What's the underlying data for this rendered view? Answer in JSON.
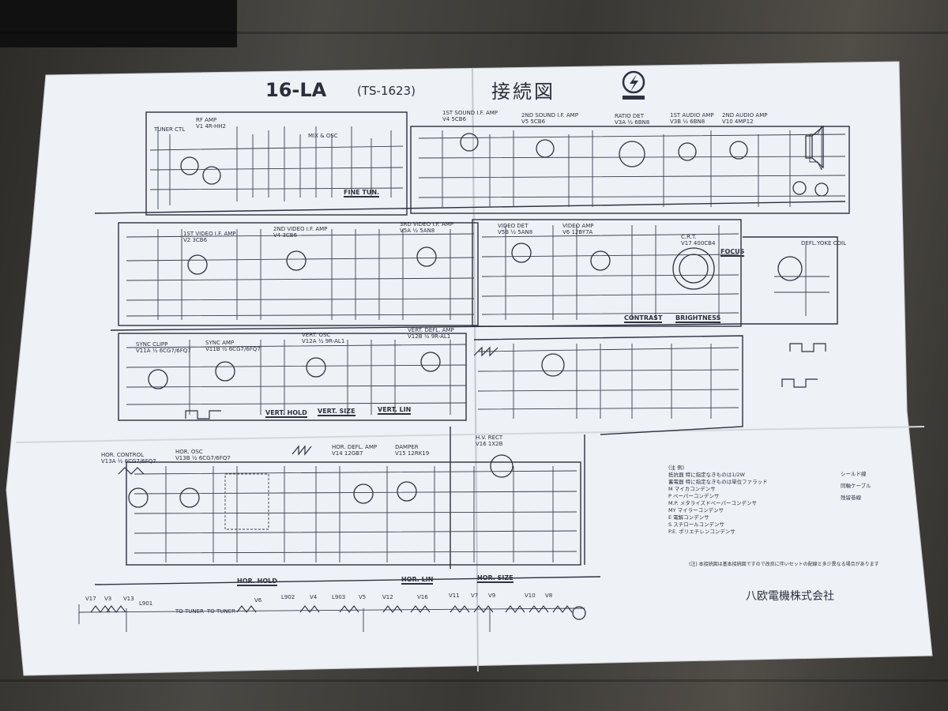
{
  "document": {
    "model": "16-LA",
    "model_code": "(TS-1623)",
    "diagram_type": "接続図",
    "company": "八欧電機株式会社"
  },
  "stages": [
    {
      "id": "tuner",
      "name": "TUNER CTL",
      "tube": "V1 4R-HH2"
    },
    {
      "id": "rf_amp",
      "name": "RF AMP",
      "tube": ""
    },
    {
      "id": "mix_osc",
      "name": "MIX & OSC",
      "tube": ""
    },
    {
      "id": "sound_if1",
      "name": "1ST SOUND I.F. AMP",
      "tube": "V4 5CB6"
    },
    {
      "id": "sound_if2",
      "name": "2ND SOUND I.F. AMP",
      "tube": "V5 5CB6"
    },
    {
      "id": "ratio_det",
      "name": "RATIO DET",
      "tube": "V3A ½ 6BN8"
    },
    {
      "id": "audio1",
      "name": "1ST AUDIO AMP",
      "tube": "V3B ½ 6BN8"
    },
    {
      "id": "audio2",
      "name": "2ND AUDIO AMP",
      "tube": "V10 4MP12"
    },
    {
      "id": "video_if1",
      "name": "1ST VIDEO I.F. AMP",
      "tube": "V2 3CB6"
    },
    {
      "id": "video_if2",
      "name": "2ND VIDEO I.F. AMP",
      "tube": "V4 3CB6"
    },
    {
      "id": "video_if3",
      "name": "3RD VIDEO I.F. AMP",
      "tube": "V5A ½ 5AN8"
    },
    {
      "id": "video_det",
      "name": "VIDEO DET",
      "tube": "V5B ½ 5AN8"
    },
    {
      "id": "video_amp",
      "name": "VIDEO AMP",
      "tube": "V6 12BY7A"
    },
    {
      "id": "crt",
      "name": "C.R.T.",
      "tube": "V17 400CB4"
    },
    {
      "id": "defl_yoke",
      "name": "DEFL.YOKE COIL",
      "tube": ""
    },
    {
      "id": "sync_clip",
      "name": "SYNC CLIPP",
      "tube": "V11A ½ 6CG7/6FQ7"
    },
    {
      "id": "sync_amp",
      "name": "SYNC AMP",
      "tube": "V11B ½ 6CG7/6FQ7"
    },
    {
      "id": "vert_osc",
      "name": "VERT. OSC",
      "tube": "V12A ½ 9R-AL1"
    },
    {
      "id": "vert_amp",
      "name": "VERT. DEFL. AMP",
      "tube": "V12B ½ 9R-AL1"
    },
    {
      "id": "hv_rect",
      "name": "H.V. RECT",
      "tube": "V16 1X2B"
    },
    {
      "id": "hor_ctl",
      "name": "HOR. CONTROL",
      "tube": "V13A ½ 6CG7/6FQ7"
    },
    {
      "id": "hor_osc",
      "name": "HOR. OSC",
      "tube": "V13B ½ 6CG7/6FQ7"
    },
    {
      "id": "hor_amp",
      "name": "HOR. DEFL. AMP",
      "tube": "V14 12GB7"
    },
    {
      "id": "damper",
      "name": "DAMPER",
      "tube": "V15 12RK19"
    }
  ],
  "controls": [
    "FINE TUN.",
    "CONTRAST",
    "BRIGHTNESS",
    "FOCUS",
    "VERT. HOLD",
    "VERT. SIZE",
    "VERT. LIN",
    "HOR. HOLD",
    "HOR. LIN",
    "HOR. SIZE"
  ],
  "heater_chain": [
    "V17",
    "V3",
    "V13",
    "L901",
    "TO TUNER",
    "TO TUNER",
    "V6",
    "L902",
    "V4",
    "L903",
    "V5",
    "V12",
    "V16",
    "V11",
    "V7",
    "V9",
    "V10",
    "V8"
  ],
  "legend": {
    "header": "(注 例)",
    "items": [
      "抵抗器  特に指定なきものは1/2W",
      "蓄電器  特に指定なきものは単位ファラッド",
      "M  マイカコンデンサ",
      "P  ペーパーコンデンサ",
      "M.P.  メタライズドペーパーコンデンサ",
      "MY  マイラーコンデンサ",
      "E  電解コンデンサ",
      "S  スチロールコンデンサ",
      "P.E.  ポリエチレンコンデンサ"
    ],
    "symbols": [
      "シールド線",
      "同軸ケーブル",
      "残留巻線"
    ],
    "note": "(注) 本接続図は基本接続図ですので改良に伴いセットの配線と多少異なる場合があります"
  },
  "colors": {
    "paper": "#eef1f5",
    "ink": "#2d3140",
    "wood": "#3b3a36"
  }
}
